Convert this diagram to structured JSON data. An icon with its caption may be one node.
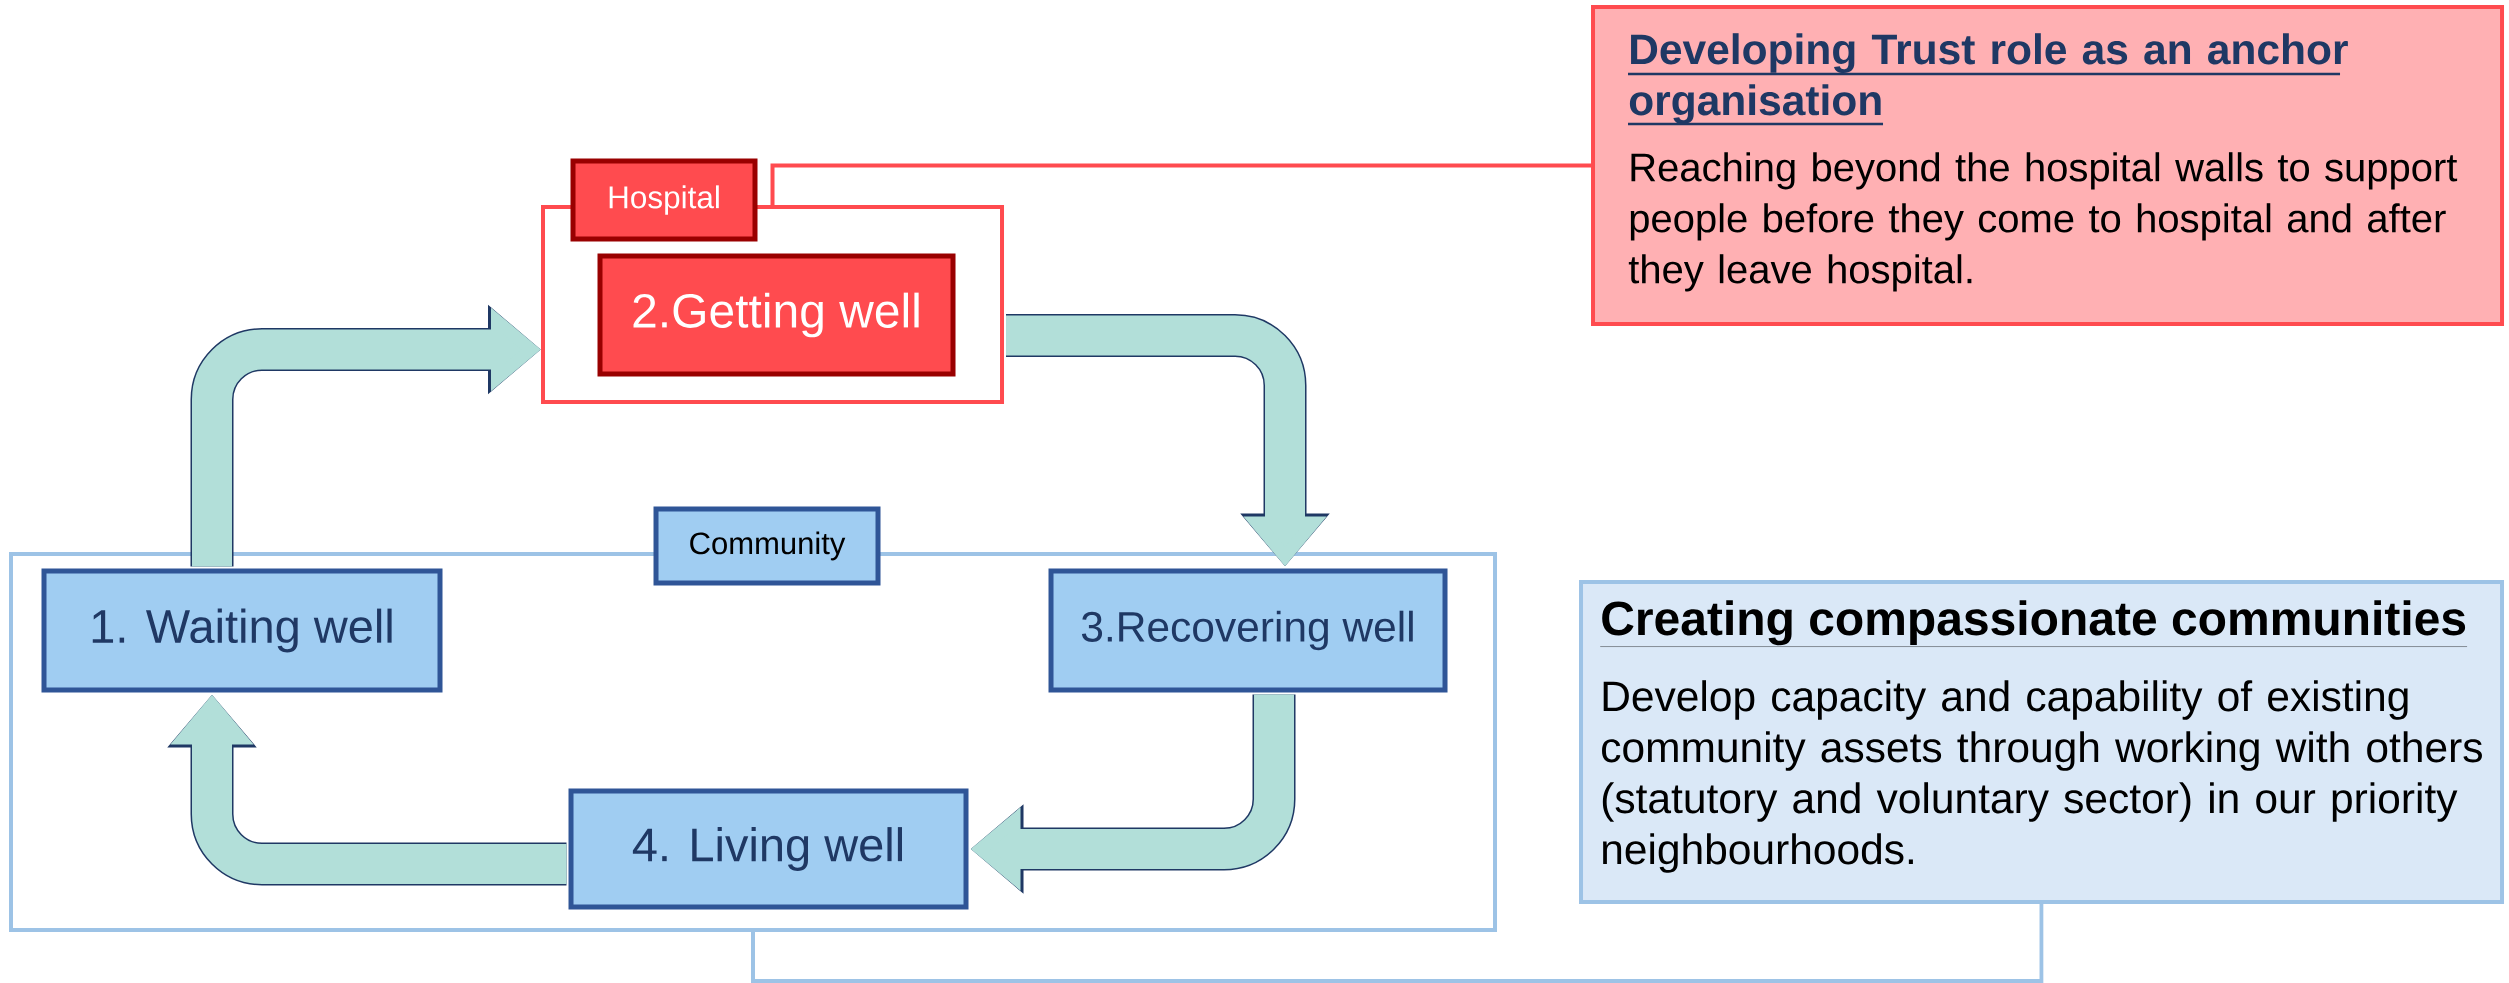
{
  "diagram": {
    "nodes": [
      {
        "text": [
          "Hospital"
        ]
      },
      {
        "text": [
          "2.Getting well"
        ],
        "in": 0
      },
      {
        "text": [
          "Developing Trust role as an anchor organisation",
          "Reaching beyond the hospital walls to support people before they come to hospital and after they leave hospital."
        ]
      },
      {
        "text": [
          "Community"
        ]
      },
      {
        "text": [
          "1. Waiting well"
        ],
        "in": 3
      },
      {
        "text": [
          "3.Recovering well"
        ],
        "in": 3
      },
      {
        "text": [
          "4. Living well"
        ],
        "in": 3
      },
      {
        "text": [
          "Creating compassionate communities",
          "Develop capacity and capability of existing community assets through working with others (statutory and voluntary sector) in our priority neighbourhoods."
        ]
      }
    ],
    "edges": [
      {
        "from": 4,
        "to": 0,
        "arrow": "to"
      },
      {
        "from": 0,
        "to": 5,
        "arrow": "to"
      },
      {
        "from": 5,
        "to": 6,
        "arrow": "to"
      },
      {
        "from": 6,
        "to": 4,
        "arrow": "to"
      },
      {
        "from": 0,
        "to": 2,
        "arrow": "none",
        "color": "#ff4b4f"
      },
      {
        "from": 7,
        "to": 3,
        "arrow": "none",
        "color": "#9dc3e6"
      }
    ]
  }
}
